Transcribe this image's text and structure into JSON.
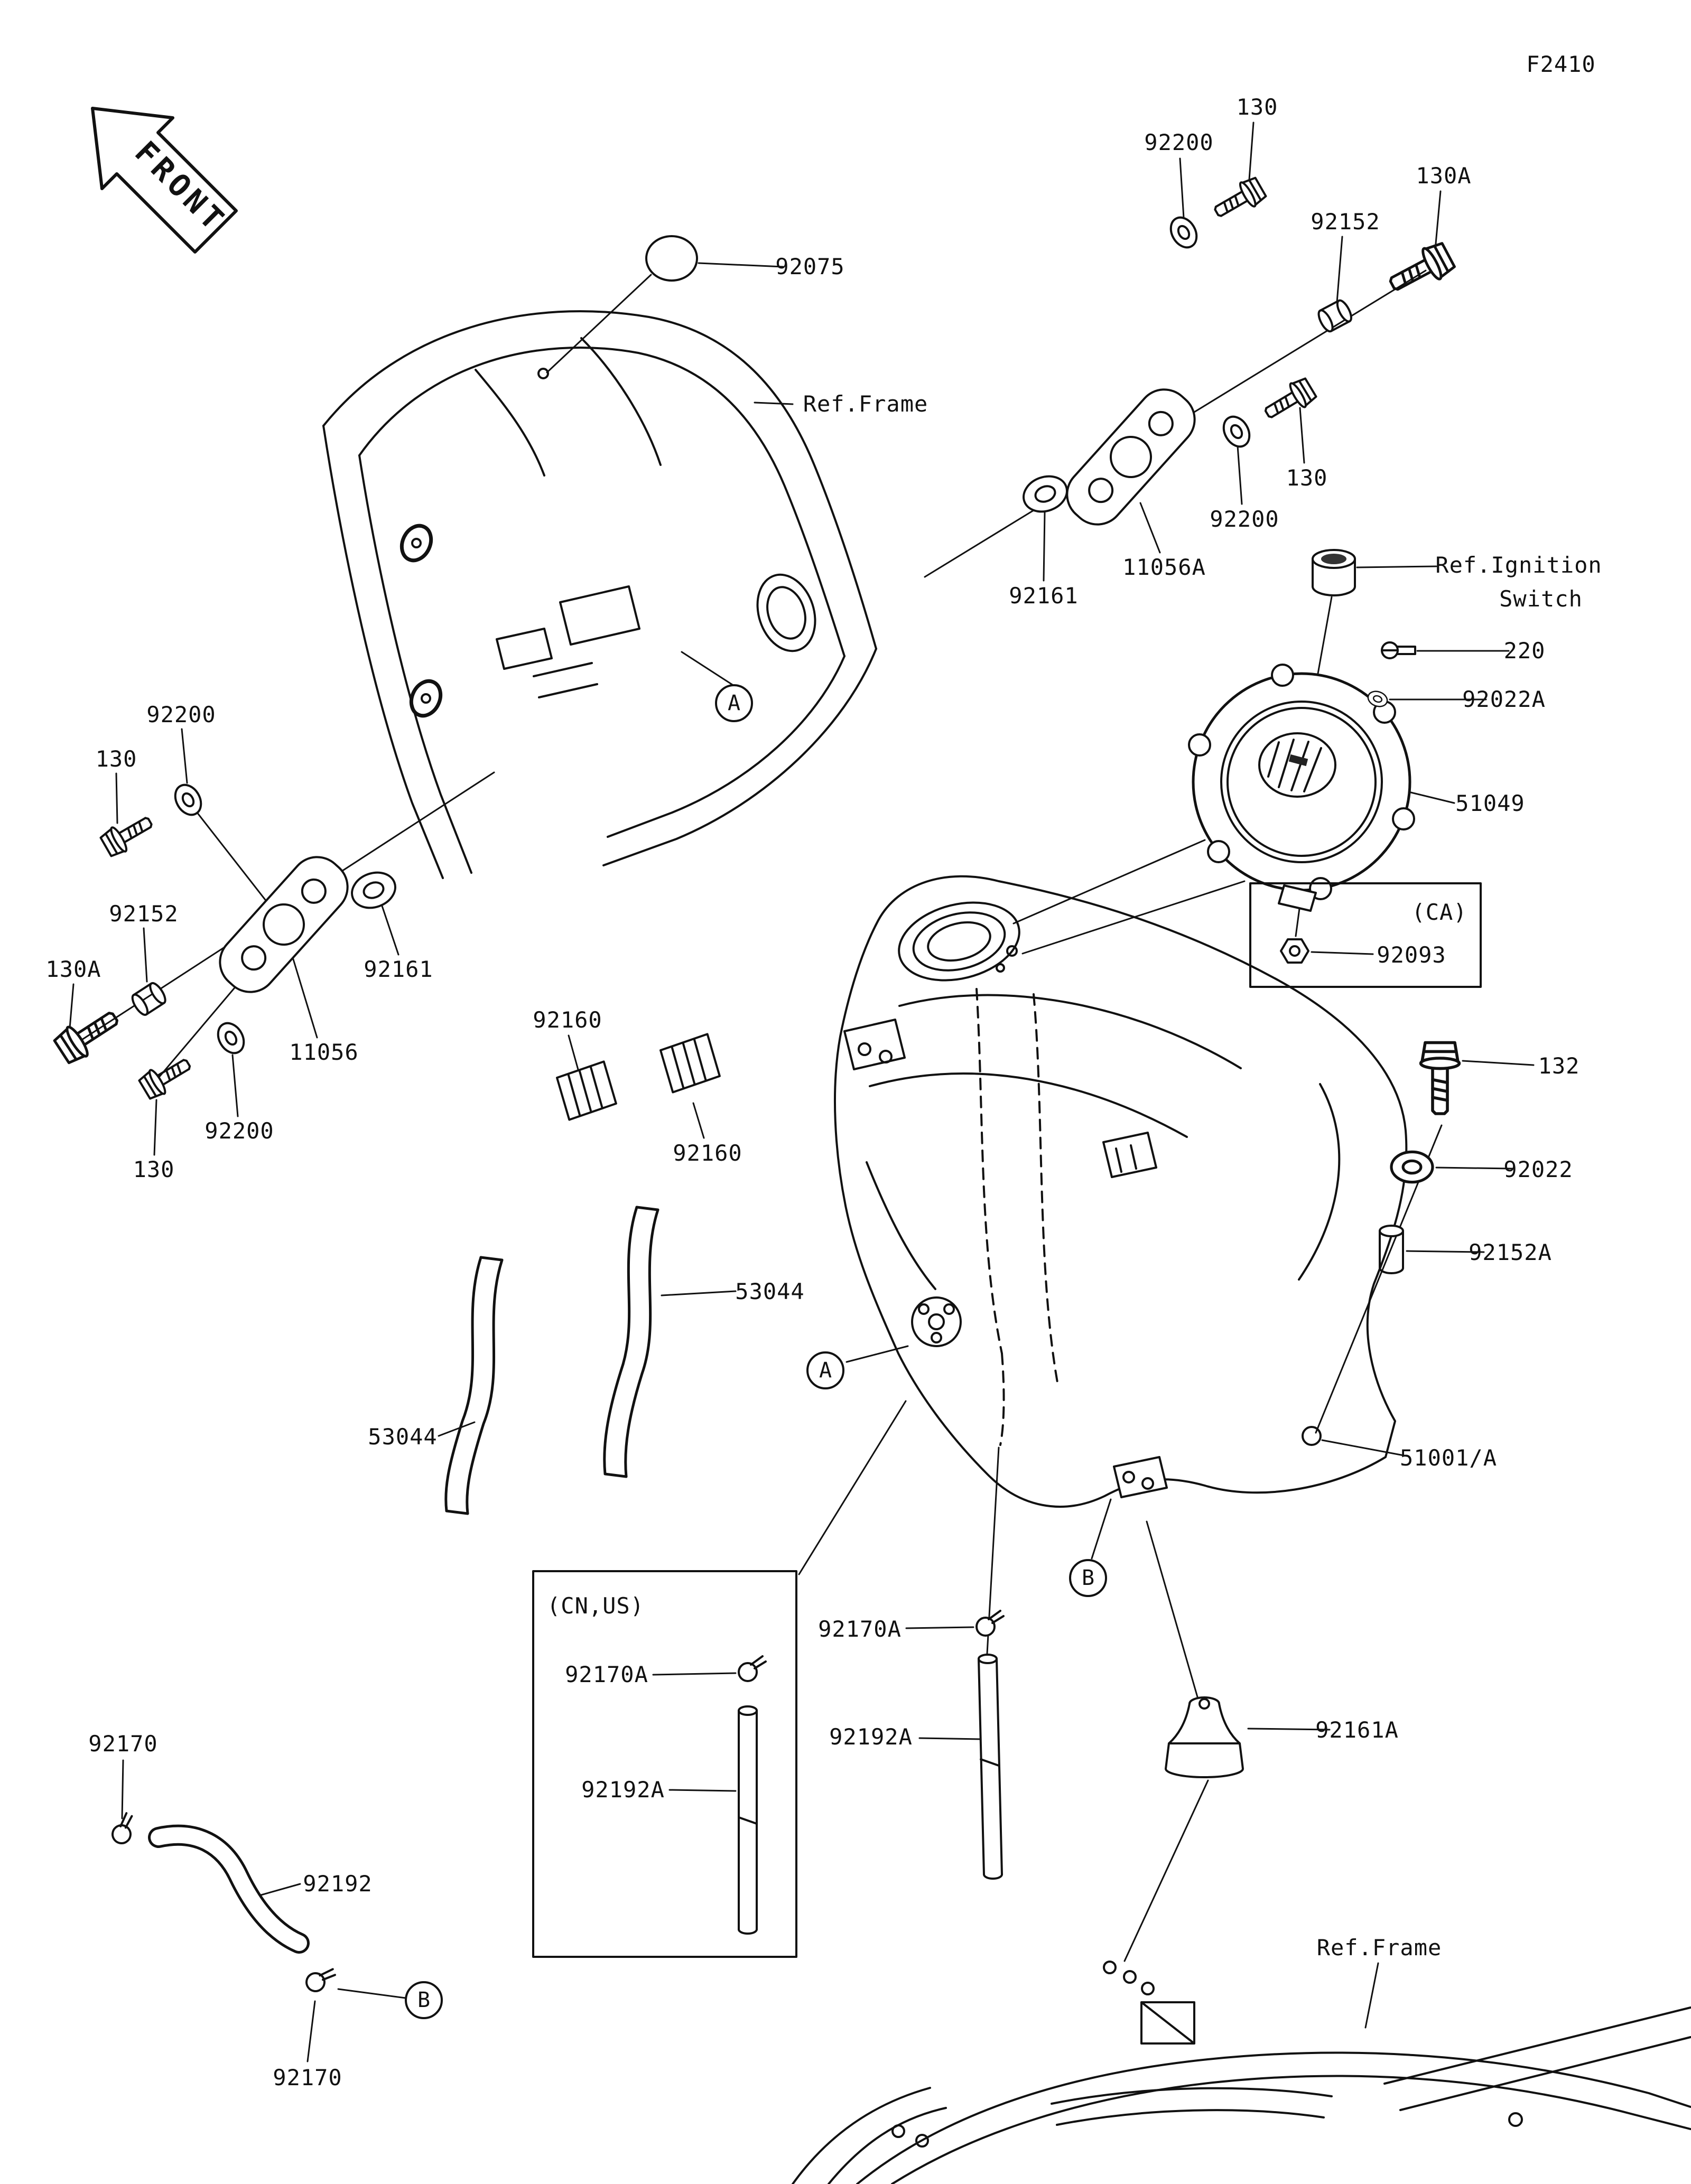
{
  "colors": {
    "ink": "#111111",
    "background": "#ffffff"
  },
  "labels": {
    "fig": "F2410",
    "front": "FRONT",
    "p92075": "92075",
    "ref_frame": "Ref.Frame",
    "p92200": "92200",
    "p130": "130",
    "p130A": "130A",
    "p92152": "92152",
    "p11056A": "11056A",
    "p92161": "92161",
    "ref_ignition_1": "Ref.Ignition",
    "ref_ignition_2": "Switch",
    "p220": "220",
    "p92022A": "92022A",
    "p51049": "51049",
    "ca": "(CA)",
    "p92093": "92093",
    "p11056": "11056",
    "p92160": "92160",
    "p132": "132",
    "p92022": "92022",
    "p92152A": "92152A",
    "p53044": "53044",
    "p51001A": "51001/A",
    "cnus": "(CN,US)",
    "p92170A": "92170A",
    "p92192A": "92192A",
    "p92161A": "92161A",
    "p92170": "92170",
    "p92192": "92192",
    "calloutA": "A",
    "calloutB": "B"
  }
}
